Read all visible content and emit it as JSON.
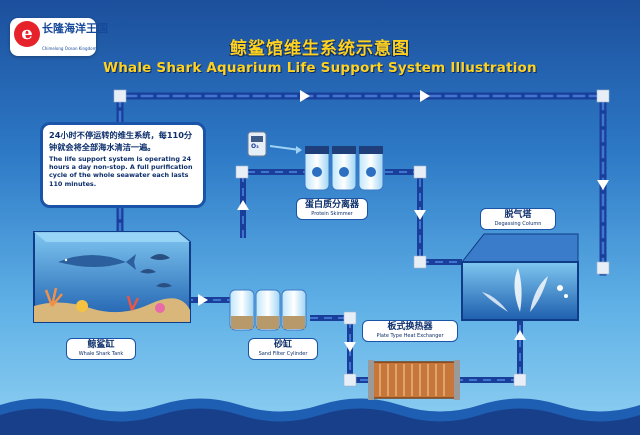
{
  "logo": {
    "mark": "e",
    "name_zh": "长隆海洋王国",
    "name_en": "Chimelong Ocean Kingdom"
  },
  "title": {
    "zh": "鲸鲨馆维生系统示意图",
    "en": "Whale Shark Aquarium Life Support System Illustration"
  },
  "info": {
    "zh": "24小时不停运转的维生系统，每110分钟就会将全部海水清洁一遍。",
    "en": "The life support system is operating 24 hours a day non-stop. A full purification cycle of the whole seawater each lasts 110 minutes."
  },
  "components": {
    "tank": {
      "zh": "鲸鲨缸",
      "en": "Whale Shark Tank"
    },
    "sand_filter": {
      "zh": "砂缸",
      "en": "Sand Filter Cylinder"
    },
    "heat_exchanger": {
      "zh": "板式换热器",
      "en": "Plate Type Heat Exchanger"
    },
    "degassing": {
      "zh": "脱气塔",
      "en": "Degassing Column"
    },
    "skimmer": {
      "zh": "蛋白质分离器",
      "en": "Protein Skimmer"
    }
  },
  "ozone_symbol": "O₃",
  "colors": {
    "background_top": "#1c4f9c",
    "background_bottom": "#8fd0f2",
    "title": "#ffd21f",
    "pipe": "#1a3f9a",
    "pipe_joint": "#e8eef5",
    "flow_arrow": "#ffffff",
    "water": "#2e82c9"
  },
  "icons": [
    "flow-arrow-icon",
    "ozone-generator-icon",
    "whale-shark-icon",
    "manta-ray-icon",
    "coral-icon",
    "wave-icon"
  ]
}
